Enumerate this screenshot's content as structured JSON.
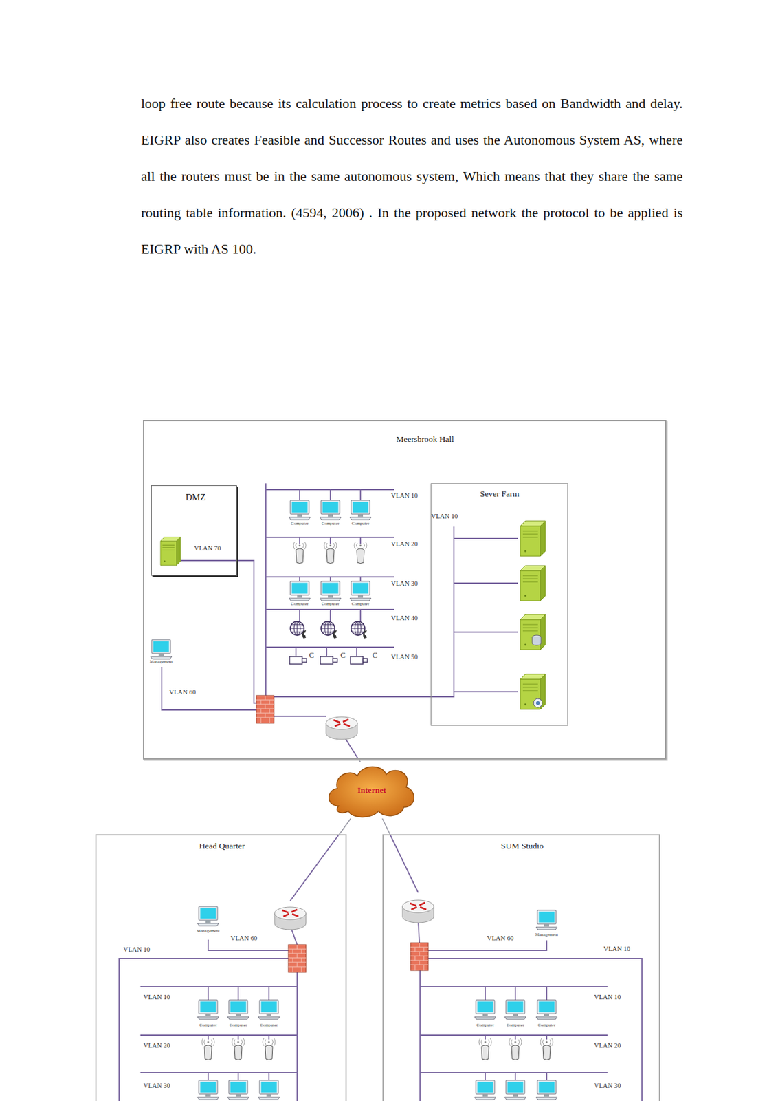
{
  "diagram": {
    "nodes": [
      {
        "text": [
          "Meersbrook Hall"
        ]
      },
      {
        "text": [
          "DMZ"
        ],
        "in": 0
      },
      {
        "text": [
          "Sever Farm"
        ],
        "in": 0
      },
      {
        "text": [
          "Internet"
        ]
      },
      {
        "text": [
          "Head Quarter"
        ]
      },
      {
        "text": [
          "SUM Studio"
        ]
      }
    ],
    "edges": [
      {
        "from": 0,
        "to": 3,
        "arrow": "none"
      },
      {
        "from": 3,
        "to": 4,
        "arrow": "none"
      },
      {
        "from": 3,
        "to": 5,
        "arrow": "none"
      }
    ],
    "labels": [
      "loop free route because its calculation process to create metrics based on Bandwidth and delay. EIGRP also creates Feasible and Successor Routes and uses the Autonomous System AS, where all the routers must be in the same autonomous system, Which means that they share the same routing table information. (4594, 2006) . In the proposed network the protocol to be applied is EIGRP with AS 100.",
      "VLAN 10",
      "Computer",
      "Computer",
      "Computer",
      "VLAN 20",
      "VLAN 30",
      "Computer",
      "Computer",
      "Computer",
      "VLAN 40",
      "VLAN 50",
      "C",
      "C",
      "C",
      "VLAN 70",
      "Management",
      "VLAN 60",
      "VLAN 10",
      "Management",
      "VLAN 60",
      "VLAN 10",
      "VLAN 10",
      "Computer",
      "Computer",
      "Computer",
      "VLAN 20",
      "VLAN 30",
      "VLAN 60",
      "Management",
      "VLAN 10",
      "VLAN 10",
      "Computer",
      "Computer",
      "Computer",
      "VLAN 20",
      "VLAN 30"
    ]
  }
}
